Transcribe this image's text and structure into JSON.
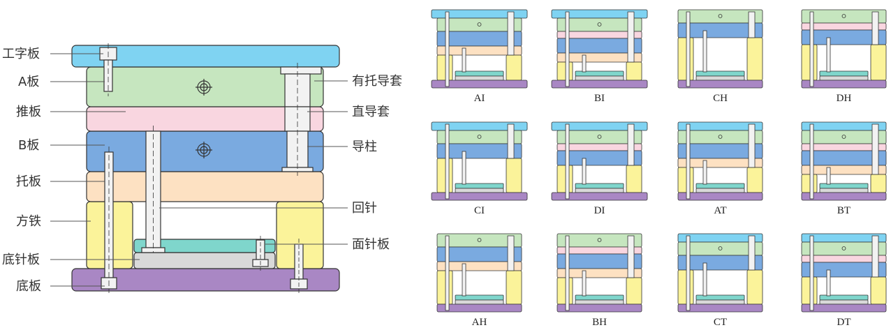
{
  "main_diagram": {
    "left_labels": [
      {
        "key": "top_clamp",
        "text": "工字板"
      },
      {
        "key": "a_plate",
        "text": "A板"
      },
      {
        "key": "stripper",
        "text": "推板"
      },
      {
        "key": "b_plate",
        "text": "B板"
      },
      {
        "key": "support",
        "text": "托板"
      },
      {
        "key": "spacer",
        "text": "方铁"
      },
      {
        "key": "ejector_retainer",
        "text": "底针板"
      },
      {
        "key": "bottom_clamp",
        "text": "底板"
      }
    ],
    "right_labels": [
      {
        "key": "shoulder_bushing",
        "text": "有托导套"
      },
      {
        "key": "straight_bushing",
        "text": "直导套"
      },
      {
        "key": "guide_pin",
        "text": "导柱"
      },
      {
        "key": "return_pin",
        "text": "回针"
      },
      {
        "key": "ejector_plate",
        "text": "面针板"
      }
    ]
  },
  "variants": [
    {
      "label": "AI",
      "type": "I",
      "plates": [
        "top",
        "A",
        "B",
        "support"
      ]
    },
    {
      "label": "BI",
      "type": "I",
      "plates": [
        "top",
        "A",
        "stripper",
        "B",
        "support"
      ]
    },
    {
      "label": "CH",
      "type": "H",
      "plates": [
        "A",
        "B"
      ]
    },
    {
      "label": "DH",
      "type": "H",
      "plates": [
        "A",
        "stripper",
        "B"
      ]
    },
    {
      "label": "CI",
      "type": "I",
      "plates": [
        "top",
        "A",
        "B"
      ]
    },
    {
      "label": "DI",
      "type": "I",
      "plates": [
        "top",
        "A",
        "stripper",
        "B"
      ]
    },
    {
      "label": "AT",
      "type": "T",
      "plates": [
        "top",
        "A",
        "B",
        "support"
      ]
    },
    {
      "label": "BT",
      "type": "T",
      "plates": [
        "top",
        "A",
        "stripper",
        "B",
        "support"
      ]
    },
    {
      "label": "AH",
      "type": "H",
      "plates": [
        "A",
        "B",
        "support"
      ]
    },
    {
      "label": "BH",
      "type": "H",
      "plates": [
        "A",
        "stripper",
        "B",
        "support"
      ]
    },
    {
      "label": "CT",
      "type": "T",
      "plates": [
        "top",
        "A",
        "B"
      ]
    },
    {
      "label": "DT",
      "type": "T",
      "plates": [
        "top",
        "A",
        "stripper",
        "B"
      ]
    }
  ],
  "colors": {
    "top": "#7fd3f2",
    "A": "#c6e6bf",
    "stripper": "#f9d6e0",
    "B": "#7aaae0",
    "support": "#fde1c2",
    "spacer": "#fbf39a",
    "ejector_plate": "#7fd6cc",
    "ejector_retainer": "#d9d9d9",
    "bottom": "#a987c4",
    "outline": "#333333",
    "pin": "#f2f2f2"
  }
}
